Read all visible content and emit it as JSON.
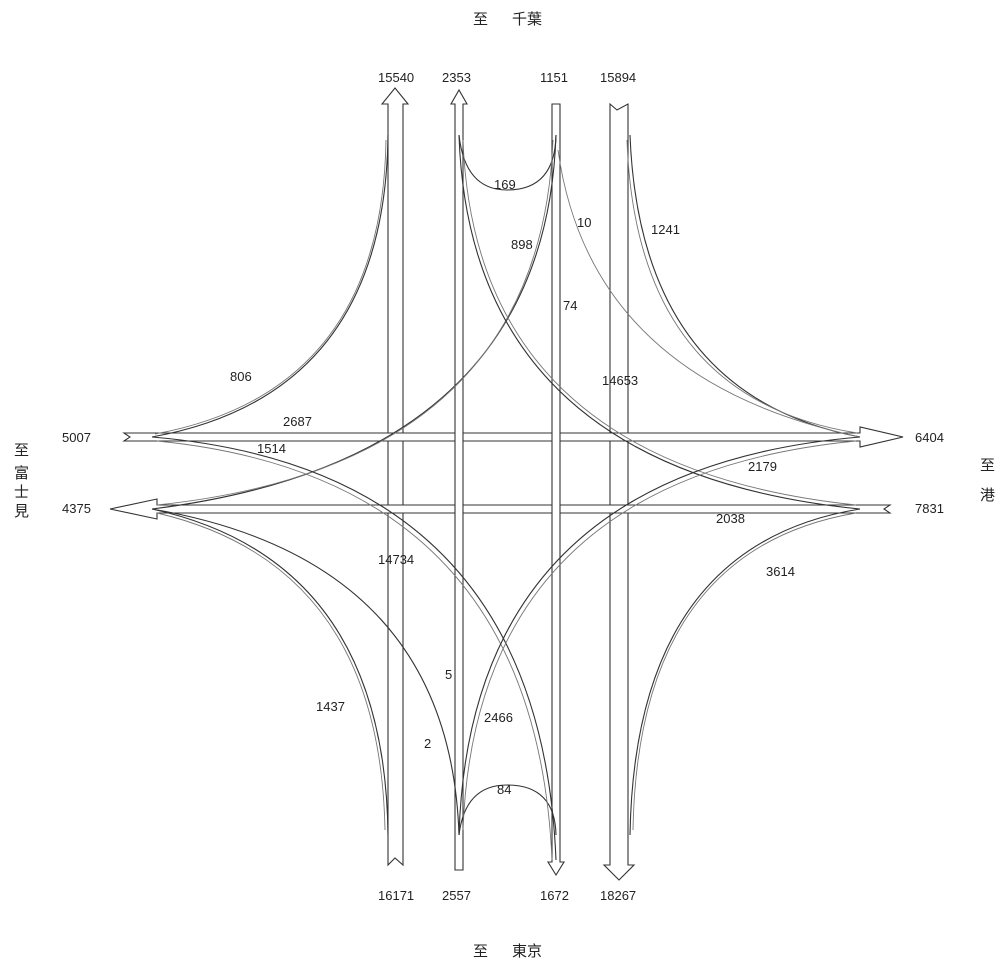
{
  "destinations": {
    "north": [
      "至",
      "千葉"
    ],
    "south": [
      "至",
      "東京"
    ],
    "west": [
      "至",
      "富",
      "士",
      "見"
    ],
    "east": [
      "至",
      "港"
    ]
  },
  "legs": {
    "north": {
      "out": "15540",
      "turn_out": "2353",
      "turn_in": "1151",
      "in": "15894"
    },
    "south": {
      "in": "16171",
      "turn_in": "2557",
      "turn_out": "1672",
      "out": "18267"
    },
    "west": {
      "in": "5007",
      "out": "4375"
    },
    "east": {
      "out": "6404",
      "in": "7831"
    }
  },
  "movements": {
    "m806": "806",
    "m2687": "2687",
    "m1514": "1514",
    "m169": "169",
    "m898": "898",
    "m10": "10",
    "m74": "74",
    "m1241": "1241",
    "m14653": "14653",
    "m2179": "2179",
    "m2038": "2038",
    "m14734": "14734",
    "m3614": "3614",
    "m5": "5",
    "m1437": "1437",
    "m2466": "2466",
    "m2": "2",
    "m84": "84"
  }
}
